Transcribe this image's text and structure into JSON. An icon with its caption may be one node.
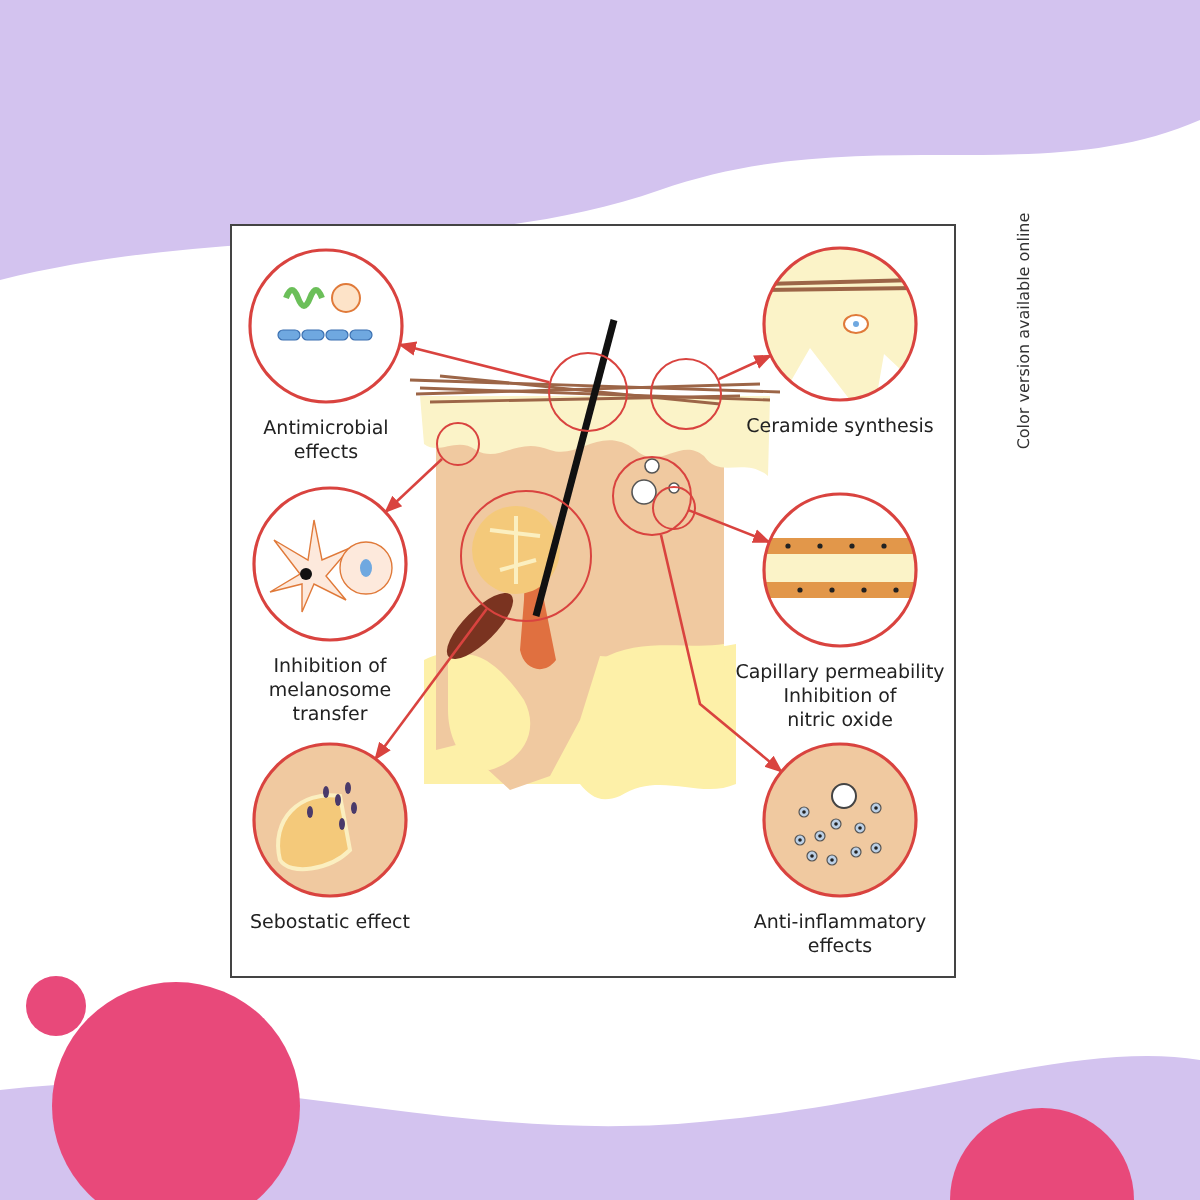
{
  "diagram": {
    "nodes": [
      {
        "text": [
          "Antimicrobial effects"
        ]
      },
      {
        "text": [
          "Ceramide synthesis"
        ]
      },
      {
        "text": [
          "Inhibition of melanosome transfer"
        ]
      },
      {
        "text": [
          "Capillary permeability",
          "Inhibition of nitric oxide"
        ]
      },
      {
        "text": [
          "Sebostatic effect"
        ]
      },
      {
        "text": [
          "Anti-inflammatory effects"
        ]
      },
      {
        "text": [],
        "shape": "circle"
      },
      {
        "text": [],
        "shape": "circle"
      },
      {
        "text": [],
        "shape": "circle"
      },
      {
        "text": [],
        "shape": "circle"
      },
      {
        "text": [],
        "shape": "circle",
        "in": 9
      },
      {
        "text": [],
        "shape": "circle"
      }
    ],
    "edges": [
      {
        "from": 6,
        "to": 0,
        "arrow": "to"
      },
      {
        "from": 7,
        "to": 1,
        "arrow": "to"
      },
      {
        "from": 8,
        "to": 2,
        "arrow": "to"
      },
      {
        "from": 10,
        "to": 3,
        "arrow": "to"
      },
      {
        "from": 11,
        "to": 4,
        "arrow": "to"
      },
      {
        "from": 9,
        "to": 5,
        "arrow": "to"
      }
    ],
    "labels": [
      "Color version available online"
    ]
  }
}
